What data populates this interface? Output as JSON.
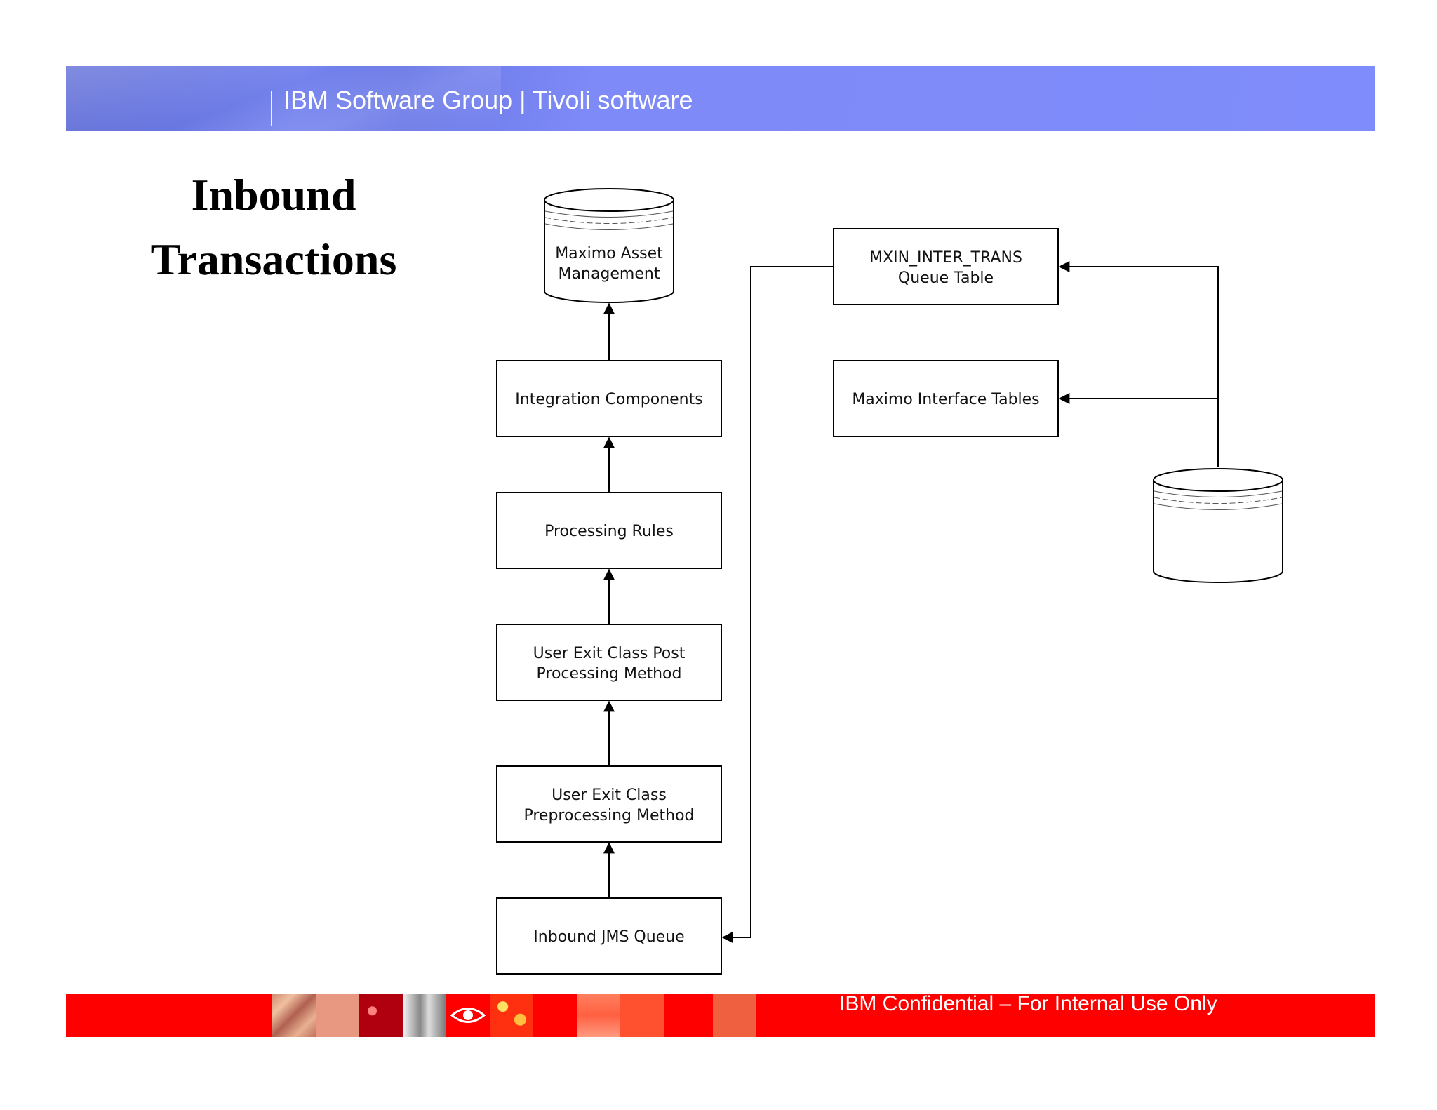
{
  "header": {
    "title": "IBM Software Group | Tivoli software"
  },
  "slide": {
    "title_line1": "Inbound",
    "title_line2": "Transactions"
  },
  "diagram": {
    "maximo_db": [
      "Maximo Asset",
      "Management"
    ],
    "integration_components": "Integration Components",
    "processing_rules": "Processing Rules",
    "user_exit_post": [
      "User Exit Class Post",
      "Processing Method"
    ],
    "user_exit_pre": [
      "User Exit Class",
      "Preprocessing Method"
    ],
    "inbound_jms_queue": "Inbound JMS Queue",
    "mxin_queue_table": [
      "MXIN_INTER_TRANS",
      "Queue Table"
    ],
    "maximo_interface_tables": "Maximo Interface Tables"
  },
  "footer": {
    "confidential": "IBM Confidential – For Internal Use Only"
  },
  "colors": {
    "header_blue": "#7f8cfb",
    "footer_red": "#ff0000"
  }
}
